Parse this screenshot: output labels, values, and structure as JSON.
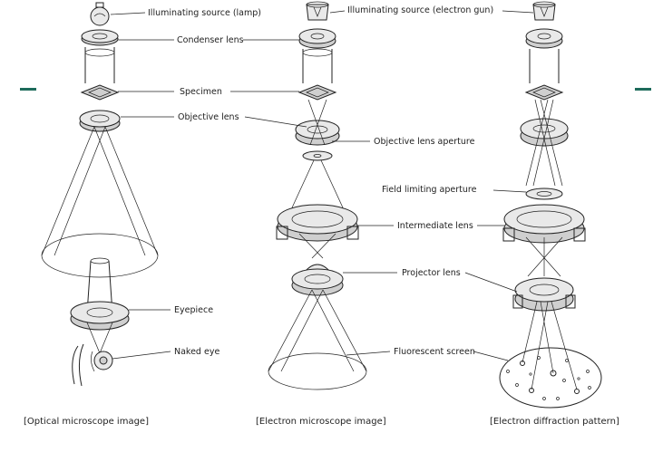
{
  "labels": {
    "lamp": "Illuminating source (lamp)",
    "gun": "Illuminating source (electron gun)",
    "condenser": "Condenser lens",
    "specimen": "Specimen",
    "objective": "Objective lens",
    "objective_aperture": "Objective lens aperture",
    "field_aperture": "Field limiting aperture",
    "intermediate": "Intermediate lens",
    "projector": "Projector lens",
    "eyepiece": "Eyepiece",
    "naked_eye": "Naked eye",
    "screen": "Fluorescent screen"
  },
  "captions": {
    "optical": "[Optical microscope image]",
    "electron": "[Electron microscope image]",
    "diffraction": "[Electron diffraction pattern]"
  },
  "colors": {
    "accent": "#1e6b5b",
    "ink": "#222222"
  }
}
